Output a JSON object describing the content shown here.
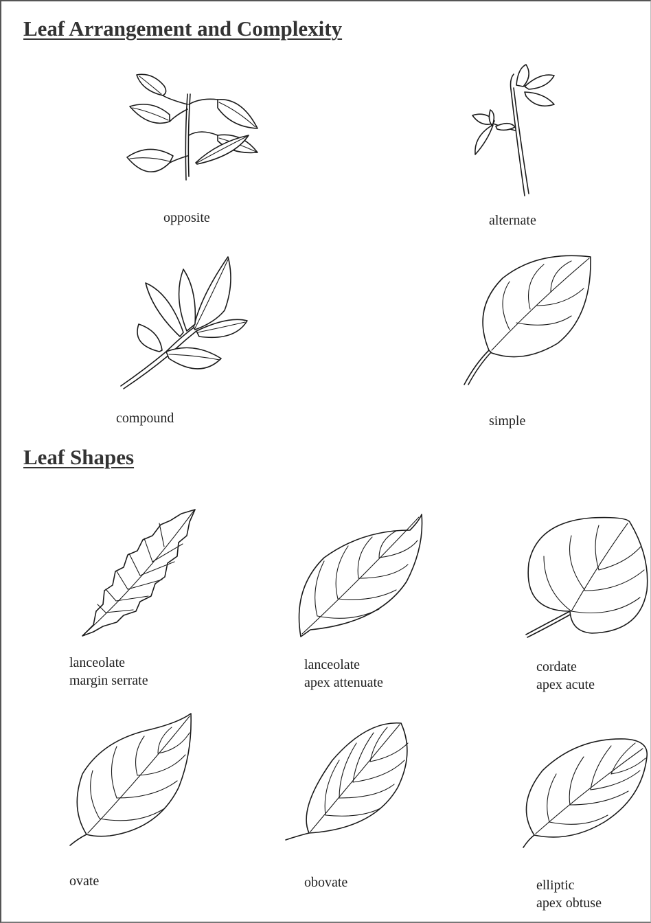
{
  "sections": {
    "arrangement_title": "Leaf Arrangement and Complexity",
    "shapes_title": "Leaf Shapes"
  },
  "arrangement": {
    "opposite": "opposite",
    "alternate": "alternate",
    "compound": "compound",
    "simple": "simple"
  },
  "shapes": {
    "lanceolate_serrate": {
      "line1": "lanceolate",
      "line2": "margin serrate"
    },
    "lanceolate_attenuate": {
      "line1": "lanceolate",
      "line2": "apex attenuate"
    },
    "cordate": {
      "line1": "cordate",
      "line2": "apex acute"
    },
    "ovate": {
      "line1": "ovate"
    },
    "obovate": {
      "line1": "obovate"
    },
    "elliptic": {
      "line1": "elliptic",
      "line2": "apex obtuse"
    }
  }
}
